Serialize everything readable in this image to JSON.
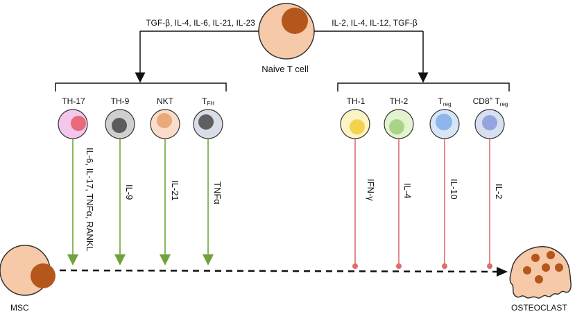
{
  "naive_cell": {
    "label": "Naive T cell"
  },
  "left_branch": {
    "cytokines": "TGF-β, IL-4, IL-6, IL-21, IL-23"
  },
  "right_branch": {
    "cytokines": "IL-2, IL-4, IL-12, TGF-β"
  },
  "left_cells": [
    {
      "main": "TH-17",
      "cytokine": "IL-6, IL-17, TNFα, RANKL",
      "color_outer": "#f3c6ec",
      "color_inner": "#e8697a"
    },
    {
      "main": "TH-9",
      "cytokine": "IL-9",
      "color_outer": "#cfcfcf",
      "color_inner": "#5c5c5c"
    },
    {
      "main": "NKT",
      "cytokine": "IL-21",
      "color_outer": "#fbdccb",
      "color_inner": "#e9a97a"
    },
    {
      "main": "T",
      "sub": "FH",
      "cytokine": "TNFα",
      "color_outer": "#d9dde8",
      "color_inner": "#5f5f5f"
    }
  ],
  "right_cells": [
    {
      "main": "TH-1",
      "cytokine": "IFN-γ",
      "color_outer": "#fdf4c6",
      "color_inner": "#f3d34e"
    },
    {
      "main": "TH-2",
      "cytokine": "IL-4",
      "color_outer": "#e3f2cf",
      "color_inner": "#a8d48a"
    },
    {
      "main": "T",
      "sub": "reg",
      "cytokine": "IL-10",
      "color_outer": "#d6e5f7",
      "color_inner": "#8fb6ea"
    },
    {
      "main": "CD8",
      "sup": "+",
      "main2": " T",
      "sub": "reg",
      "cytokine": "IL-2",
      "color_outer": "#d8dff0",
      "color_inner": "#93a5dc"
    }
  ],
  "msc": {
    "label": "MSC"
  },
  "osteoclast": {
    "label": "OSTEOCLAST"
  },
  "colors": {
    "cell_fill": "#f6c9a8",
    "nucleus": "#b5561c",
    "activate": "#6fa33a",
    "inhibit": "#e06c6c",
    "line": "#111111"
  }
}
